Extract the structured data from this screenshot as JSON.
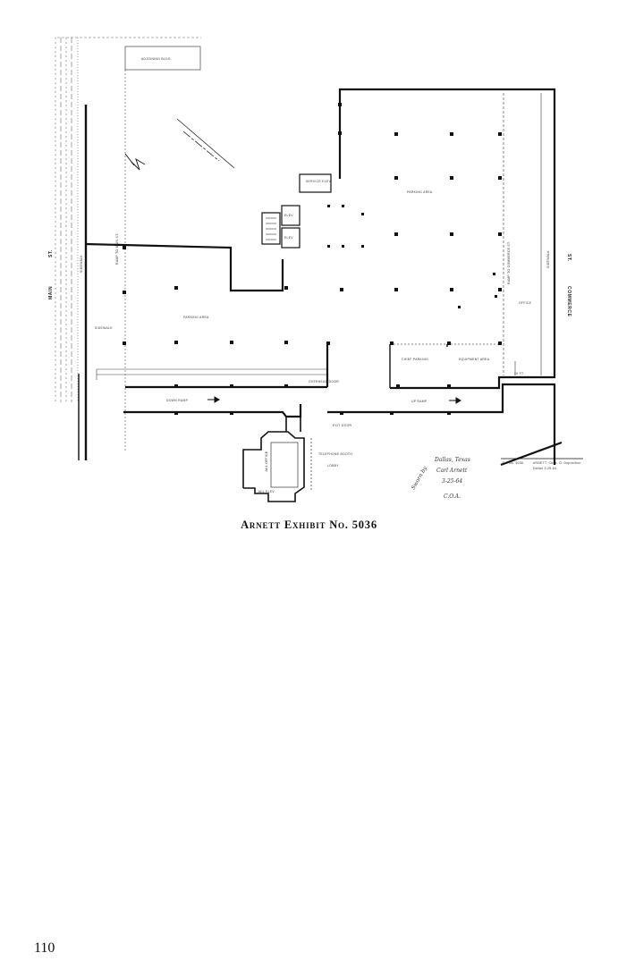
{
  "plan": {
    "street_main": "MAIN",
    "street_main_suffix": "ST.",
    "street_commerce": "COMMERCE",
    "street_commerce_suffix": "ST.",
    "label_adjoining": "ADJOINING BLDG.",
    "label_sidewalk_left": "SIDEWALK",
    "label_sidewalk_right": "SIDEWALK",
    "label_parking_upper": "PARKING AREA",
    "label_parking_lower": "PARKING AREA",
    "label_office": "OFFICE",
    "label_jail_office": "JAIL OFFICE",
    "label_service_elev": "SERVICE ELEV.",
    "label_elev_1": "ELEV.",
    "label_elev_2": "ELEV.",
    "label_ramp_down": "DOWN RAMP",
    "label_ramp_up": "UP RAMP",
    "label_chief_parking": "CHIEF PARKING",
    "label_equipment_area": "EQUIPMENT AREA",
    "label_exit_door": "EXIT DOOR",
    "label_telephone": "TELEPHONE BOOTH",
    "label_lobby": "LOBBY",
    "label_jail_office_2": "JAIL OFFICE",
    "label_jail_elev": "JAIL ELEV.",
    "label_overhead_door": "OVERHEAD DOOR",
    "label_commerce_ramp": "RAMP TO COMMERCE ST.",
    "label_main_ramp": "RAMP TO MAIN ST.",
    "label_ft_scale": "15 FT.",
    "stamp_line1": "Ex. No. 5036",
    "stamp_line2": "ARNETT, Chas. O. Deposition",
    "stamp_line3": "Dallas    3-25-64",
    "hand_line1": "Dallas, Texas",
    "hand_line2": "Carl Arnett",
    "hand_line3": "3-25-64",
    "hand_line4": "C.O.A.",
    "hand_side": "Sworn by"
  },
  "caption": "Arnett Exhibit No. 5036",
  "page_number": "110"
}
